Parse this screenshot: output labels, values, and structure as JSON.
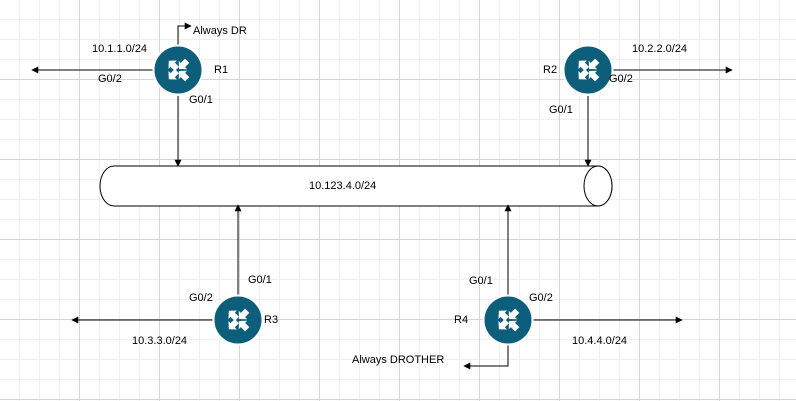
{
  "diagram": {
    "segment": {
      "subnet": "10.123.4.0/24"
    },
    "routers": [
      {
        "id": "r1",
        "name": "R1",
        "g01": "G0/1",
        "g02": "G0/2",
        "lan": "10.1.1.0/24",
        "note": "Always DR"
      },
      {
        "id": "r2",
        "name": "R2",
        "g01": "G0/1",
        "g02": "G0/2",
        "lan": "10.2.2.0/24"
      },
      {
        "id": "r3",
        "name": "R3",
        "g01": "G0/1",
        "g02": "G0/2",
        "lan": "10.3.3.0/24"
      },
      {
        "id": "r4",
        "name": "R4",
        "g01": "G0/1",
        "g02": "G0/2",
        "lan": "10.4.4.0/24",
        "note": "Always DROTHER"
      }
    ],
    "colors": {
      "router_fill": "#0d5e7a",
      "router_border": "#ffffff",
      "line": "#000000"
    },
    "icon": "router-icon"
  }
}
